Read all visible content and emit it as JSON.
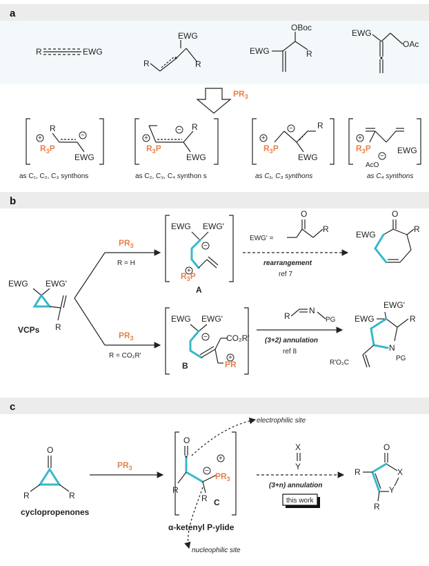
{
  "panel_a": {
    "letter": "a",
    "reagent": "PR",
    "reagent_sub": "3",
    "ewg": "EWG",
    "r": "R",
    "oboc": "OBoc",
    "oac": "OAc",
    "r3p": "R",
    "r3p_sub": "3",
    "p": "P",
    "aco": "AcO",
    "syn1": "as C₁, C₂, C₃ synthons",
    "syn2": "as C₂, C₃, C₄ synthon s",
    "syn3": "as C₁, C₃ synthons",
    "syn4": "as C₄ synthons"
  },
  "panel_b": {
    "letter": "b",
    "reagent": "PR",
    "reagent_sub": "3",
    "cond1": "R = H",
    "cond2": "R = CO₂R'",
    "vcps": "VCPs",
    "ewg": "EWG",
    "ewgp": "EWG'",
    "ewgp_eq": "EWG' =",
    "int_a": "A",
    "int_b": "B",
    "rearr": "rearrangement",
    "ref7": "ref 7",
    "annul": "(3+2) annulation",
    "ref8": "ref 8",
    "co2r": "CO₂R'",
    "r": "R",
    "n": "N",
    "pg": "PG",
    "o": "O",
    "r3p": "R",
    "r3p_sub": "3",
    "p": "P",
    "r_o2c": "R'O₂C"
  },
  "panel_c": {
    "letter": "c",
    "reagent": "PR",
    "reagent_sub": "3",
    "cyclo": "cyclopropenones",
    "electro": "electrophilic site",
    "nucleo": "nucleophilic site",
    "ylide": "α-ketenyl P-ylide",
    "int_c": "C",
    "annul": "(3+n) annulation",
    "thiswork": "this work",
    "o": "O",
    "r": "R",
    "x": "X",
    "y": "Y"
  }
}
